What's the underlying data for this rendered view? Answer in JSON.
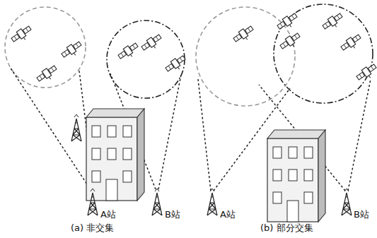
{
  "diagram": {
    "labels": [
      "A站",
      "B站",
      "(a) 非交集",
      "A站",
      "B站",
      "(b) 部分交集"
    ]
  }
}
